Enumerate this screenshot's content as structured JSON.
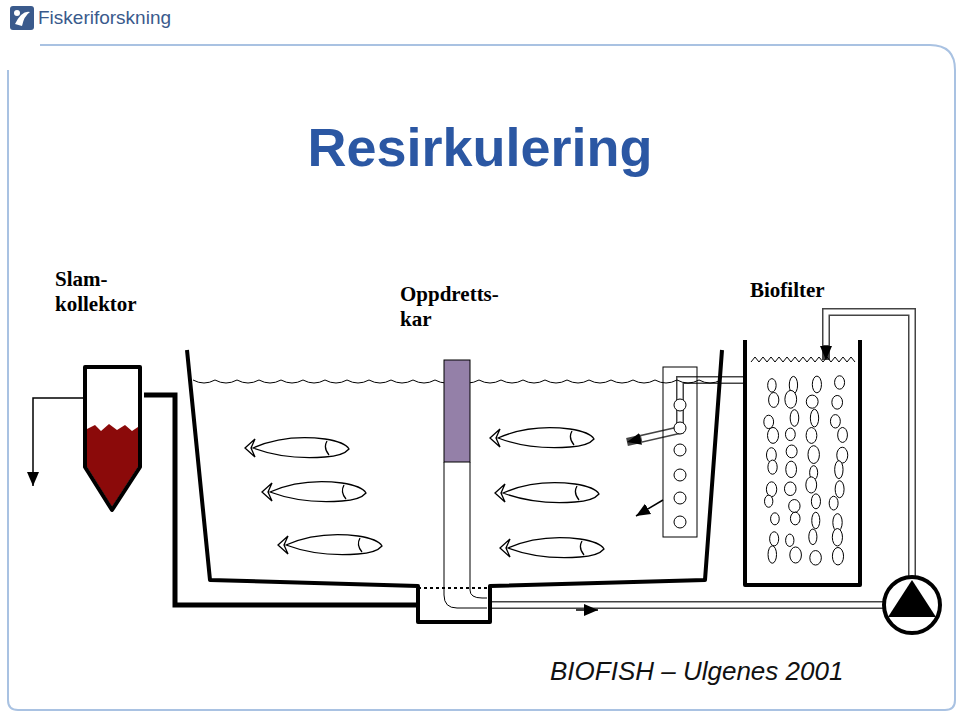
{
  "diagram": {
    "title": "Resirkulering",
    "caption": "BIOFISH – Ulgenes 2001",
    "nodes": [
      {
        "text": [
          "Slam- kollektor"
        ]
      },
      {
        "text": [
          "Oppdretts- kar"
        ]
      },
      {
        "text": [
          "Biofilter"
        ]
      }
    ],
    "edges": [
      {
        "from": 1,
        "to": 2,
        "arrow": "to"
      },
      {
        "from": 2,
        "to": 1,
        "arrow": "to"
      },
      {
        "from": 1,
        "to": 0,
        "arrow": "none"
      }
    ],
    "labels": [
      "Fiskeriforskning"
    ]
  }
}
